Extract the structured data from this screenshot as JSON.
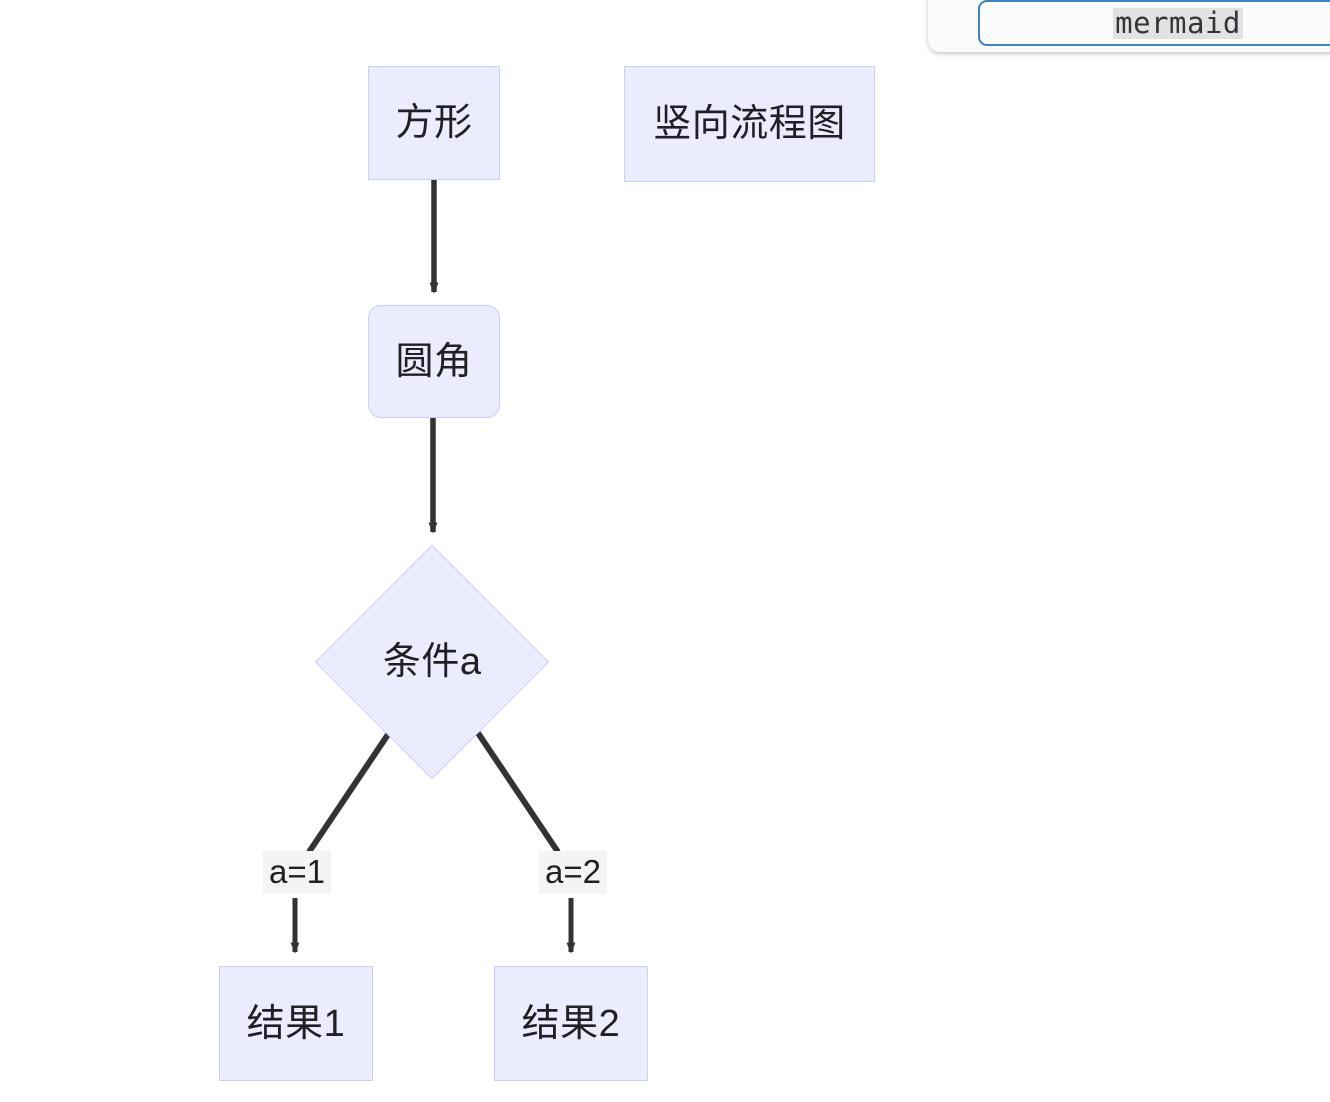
{
  "badge": {
    "label": "mermaid",
    "border_color": "#3c84c4",
    "highlight_color": "#e2e2e2"
  },
  "theme": {
    "node_fill": "#ececff",
    "node_stroke": "#ccccfd",
    "edge_color": "#333333",
    "text_color": "#1f1f24",
    "edge_label_bg": "#f4f4f4",
    "background": "#ffffff"
  },
  "diagram": {
    "type": "flowchart",
    "direction": "TD",
    "nodes": [
      {
        "id": "n1",
        "label": "方形",
        "shape": "rect"
      },
      {
        "id": "n2",
        "label": "竖向流程图",
        "shape": "rect"
      },
      {
        "id": "n3",
        "label": "圆角",
        "shape": "rounded"
      },
      {
        "id": "n4",
        "label": "条件a",
        "shape": "diamond"
      },
      {
        "id": "n5",
        "label": "结果1",
        "shape": "rect"
      },
      {
        "id": "n6",
        "label": "结果2",
        "shape": "rect"
      }
    ],
    "edges": [
      {
        "from": "n1",
        "to": "n3",
        "label": ""
      },
      {
        "from": "n3",
        "to": "n4",
        "label": ""
      },
      {
        "from": "n4",
        "to": "n5",
        "label": "a=1"
      },
      {
        "from": "n4",
        "to": "n6",
        "label": "a=2"
      }
    ]
  }
}
